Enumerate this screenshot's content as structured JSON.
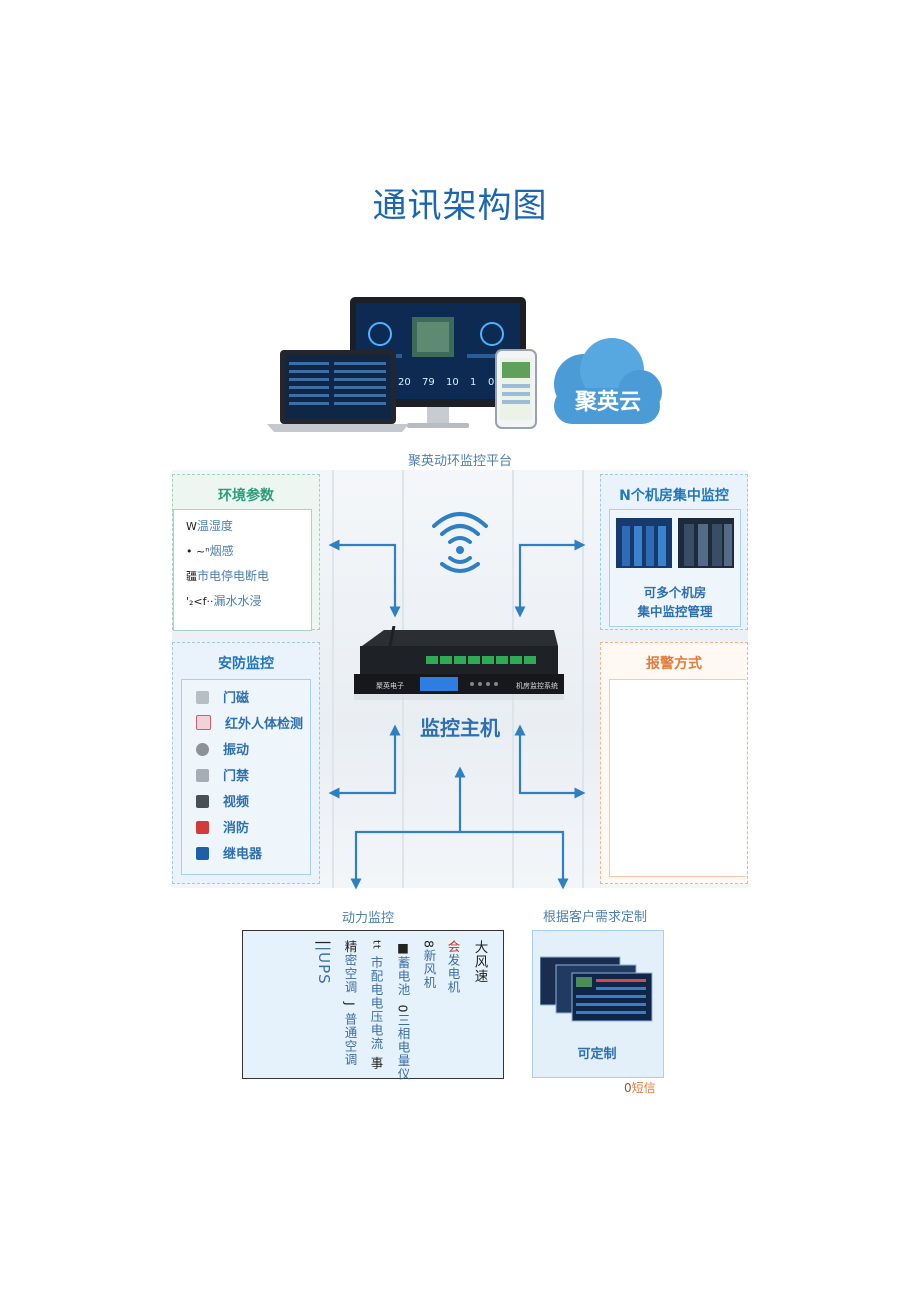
{
  "page_title": "通讯架构图",
  "platform": {
    "caption": "聚英动环监控平台",
    "cloud_label": "聚英云",
    "monitor_readout": [
      "20",
      "79",
      "10",
      "1",
      "0"
    ]
  },
  "env_panel": {
    "title": "环境参数",
    "items": [
      {
        "prefix": "W",
        "label": "温湿度"
      },
      {
        "prefix": "•  ~ⁿ",
        "label": "烟感"
      },
      {
        "prefix": "疆",
        "label": "市电停电断电"
      },
      {
        "prefix": "'₂<f··",
        "label": "漏水水浸"
      }
    ]
  },
  "security_panel": {
    "title": "安防监控",
    "items": [
      "门磁",
      "红外人体检测",
      "振动",
      "门禁",
      "视频",
      "消防",
      "继电器"
    ]
  },
  "multi_panel": {
    "title": "N个机房集中监控",
    "caption_line1": "可多个机房",
    "caption_line2": "集中监控管理"
  },
  "alarm_panel": {
    "title": "报警方式"
  },
  "host": {
    "label": "监控主机",
    "brand": "聚英电子",
    "system_label": "机房监控系统"
  },
  "power_panel": {
    "caption": "动力监控",
    "columns": [
      {
        "prefix": "大",
        "text": "风速"
      },
      {
        "prefix": "会",
        "text": "发电机"
      },
      {
        "prefix": "8",
        "text": "新风机"
      },
      {
        "prefix": "■",
        "text": "蓄电池",
        "prefix2": "0",
        "text2": "三相电量仪"
      },
      {
        "prefix": "tt",
        "text": "市配电电压电流",
        "suffix": "事"
      },
      {
        "prefix": "精",
        "text": "密空调",
        "prefix2": "J",
        "text2": "普通空调"
      },
      {
        "prefix": "|",
        "text": "|UPS"
      }
    ]
  },
  "custom_panel": {
    "caption": "根据客户需求定制",
    "label": "可定制"
  },
  "sms": {
    "prefix": "0",
    "label": "短信"
  },
  "colors": {
    "title_blue": "#1a66b0",
    "arrow_blue": "#2f80c3",
    "green_accent": "#2a9e7a",
    "orange_accent": "#e07c3e"
  }
}
